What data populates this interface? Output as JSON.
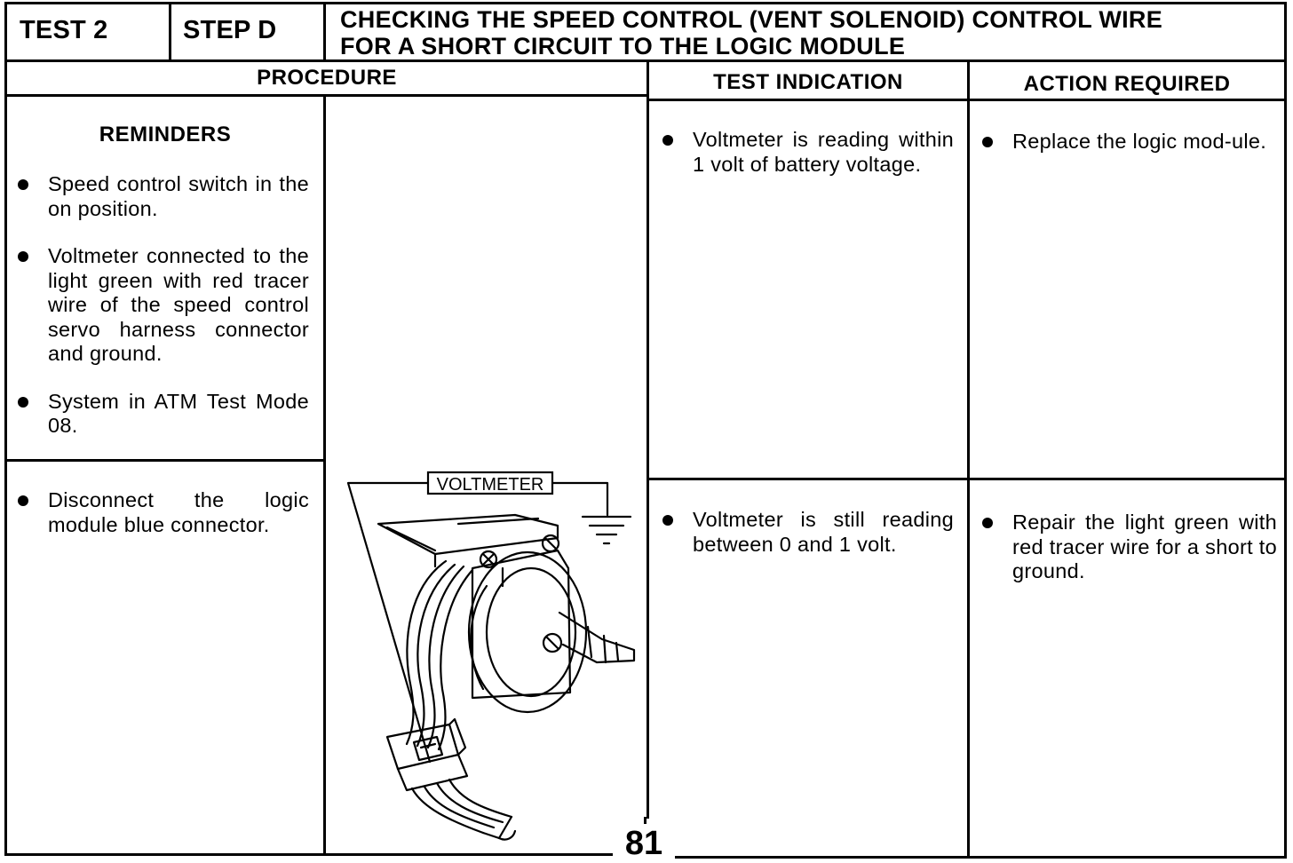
{
  "header": {
    "test": "TEST 2",
    "step": "STEP D",
    "title_line1": "CHECKING THE SPEED CONTROL (VENT SOLENOID) CONTROL WIRE",
    "title_line2": "FOR A SHORT CIRCUIT TO THE LOGIC MODULE"
  },
  "columns": {
    "procedure": "PROCEDURE",
    "test_indication": "TEST INDICATION",
    "action_required": "ACTION REQUIRED"
  },
  "reminders": {
    "heading": "REMINDERS",
    "items": [
      "Speed control switch in the on position.",
      "Voltmeter connected to the light green with red tracer wire of the speed control servo harness connector and ground.",
      "System in ATM Test Mode 08."
    ]
  },
  "procedure_step": {
    "items": [
      "Disconnect the logic module blue connector."
    ]
  },
  "figure": {
    "label": "VOLTMETER"
  },
  "rows": [
    {
      "indication": "Voltmeter is reading within 1 volt of battery voltage.",
      "action": "Replace the logic mod-ule."
    },
    {
      "indication": "Voltmeter is still reading between 0 and 1 volt.",
      "action": "Repair the light green with red tracer wire for a short to ground."
    }
  ],
  "page_number": "81"
}
